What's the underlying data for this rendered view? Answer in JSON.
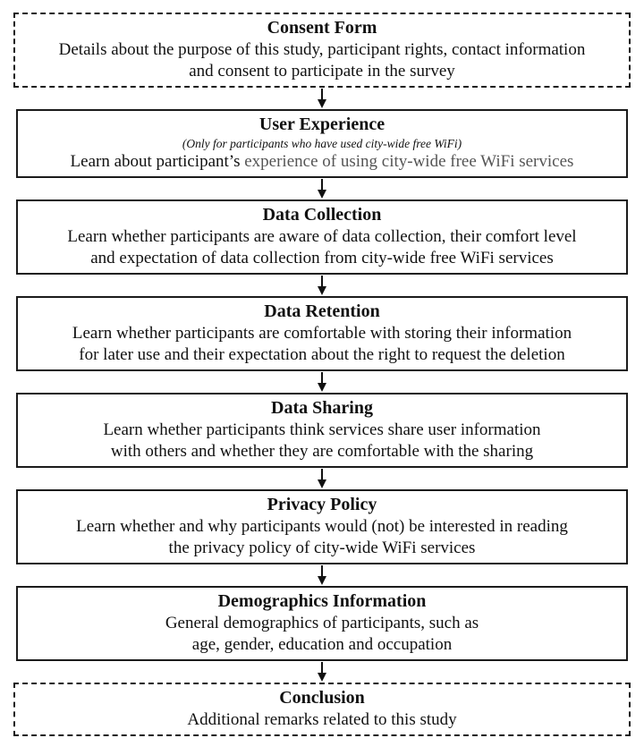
{
  "flowchart": {
    "colors": {
      "border": "#1b1b1b",
      "text": "#111111",
      "muted_text": "#555555",
      "background": "#ffffff"
    },
    "steps": [
      {
        "title": "Consent Form",
        "border_style": "dashed",
        "lines": [
          "Details about the purpose of this study, participant rights, contact information",
          "and consent to participate in the survey"
        ]
      },
      {
        "title": "User Experience",
        "border_style": "solid",
        "note": "(Only for participants who have used city-wide free WiFi)",
        "desc_prefix": "Learn about participant’s ",
        "desc_highlight": "experience of using city-wide free WiFi services"
      },
      {
        "title": "Data Collection",
        "border_style": "solid",
        "lines": [
          "Learn whether participants are aware of data collection, their comfort level",
          "and expectation of data collection from city-wide free WiFi services"
        ]
      },
      {
        "title": "Data Retention",
        "border_style": "solid",
        "lines": [
          "Learn whether participants are comfortable with storing their information",
          "for later use and their expectation about the right to request the deletion"
        ]
      },
      {
        "title": "Data Sharing",
        "border_style": "solid",
        "lines": [
          "Learn whether participants think services share user information",
          "with others and whether they are comfortable with the sharing"
        ]
      },
      {
        "title": "Privacy Policy",
        "border_style": "solid",
        "lines": [
          "Learn whether and why participants would (not) be interested in reading",
          "the privacy policy of city-wide WiFi services"
        ]
      },
      {
        "title": "Demographics Information",
        "border_style": "solid",
        "lines": [
          "General demographics of participants, such as",
          "age, gender, education and occupation"
        ]
      },
      {
        "title": "Conclusion",
        "border_style": "dashed",
        "lines": [
          "Additional remarks related to this study"
        ]
      }
    ]
  }
}
